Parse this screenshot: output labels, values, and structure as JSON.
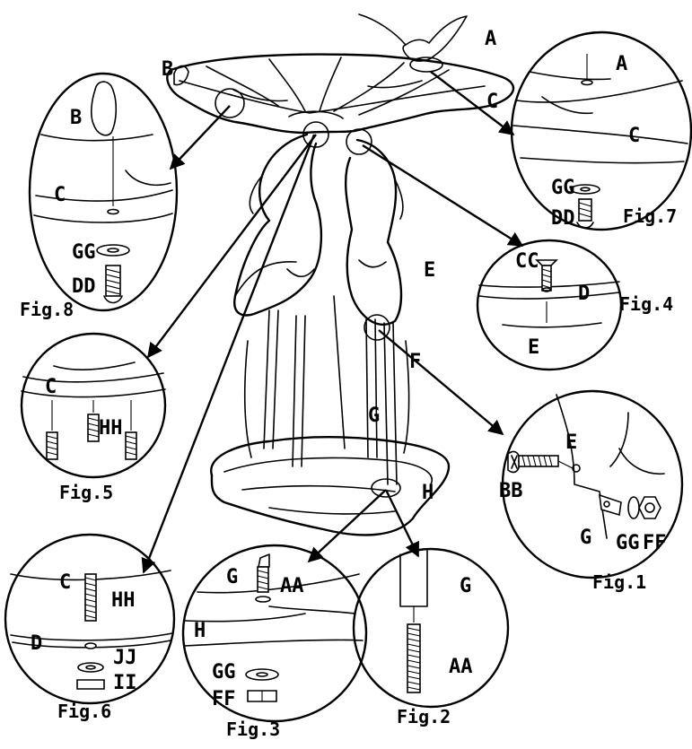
{
  "labels": {
    "main": {
      "A": "A",
      "B": "B",
      "C": "C",
      "E": "E",
      "F": "F",
      "G": "G",
      "H": "H"
    },
    "fig1": {
      "E": "E",
      "BB": "BB",
      "G": "G",
      "GG": "GG",
      "FF": "FF",
      "caption": "Fig.1"
    },
    "fig2": {
      "G": "G",
      "AA": "AA",
      "caption": "Fig.2"
    },
    "fig3": {
      "G": "G",
      "AA": "AA",
      "H": "H",
      "GG": "GG",
      "FF": "FF",
      "caption": "Fig.3"
    },
    "fig4": {
      "CC": "CC",
      "D": "D",
      "E": "E",
      "caption": "Fig.4"
    },
    "fig5": {
      "C": "C",
      "HH": "HH",
      "caption": "Fig.5"
    },
    "fig6": {
      "C": "C",
      "HH": "HH",
      "D": "D",
      "JJ": "JJ",
      "II": "II",
      "caption": "Fig.6"
    },
    "fig7": {
      "A": "A",
      "C": "C",
      "GG": "GG",
      "DD": "DD",
      "caption": "Fig.7"
    },
    "fig8": {
      "B": "B",
      "C": "C",
      "GG": "GG",
      "DD": "DD",
      "caption": "Fig.8"
    }
  }
}
